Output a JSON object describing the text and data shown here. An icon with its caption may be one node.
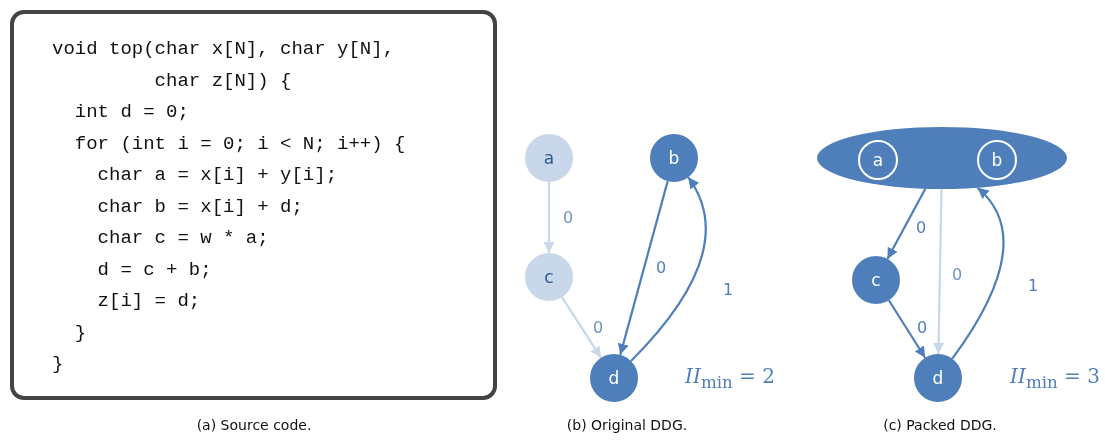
{
  "diagram": {
    "nodes": [
      {
        "text": [
          "void top(char x[N], char y[N],",
          "         char z[N]) {",
          "  int d = 0;",
          "  for (int i = 0; i < N; i++) {",
          "    char a = x[i] + y[i];",
          "    char b = x[i] + d;",
          "    char c = w * a;",
          "    d = c + b;",
          "    z[i] = d;",
          "  }",
          "}"
        ]
      },
      {
        "text": [
          "a"
        ]
      },
      {
        "text": [
          "b"
        ]
      },
      {
        "text": [
          "c"
        ]
      },
      {
        "text": [
          "d"
        ]
      },
      {
        "text": [],
        "shape": "ellipse"
      },
      {
        "text": [
          "a"
        ],
        "in": 5
      },
      {
        "text": [
          "b"
        ],
        "in": 5
      },
      {
        "text": [
          "c"
        ]
      },
      {
        "text": [
          "d"
        ]
      }
    ],
    "edges": [
      {
        "from": 1,
        "to": 3,
        "arrow": "to",
        "label": "0",
        "color": "#c8d7ea"
      },
      {
        "from": 3,
        "to": 4,
        "arrow": "to",
        "label": "0",
        "color": "#c8d7ea"
      },
      {
        "from": 2,
        "to": 4,
        "arrow": "to",
        "label": "0"
      },
      {
        "from": 4,
        "to": 2,
        "arrow": "to",
        "label": "1"
      },
      {
        "from": 5,
        "to": 8,
        "arrow": "to",
        "label": "0"
      },
      {
        "from": 5,
        "to": 9,
        "arrow": "to",
        "label": "0",
        "color": "#c8d7ea"
      },
      {
        "from": 8,
        "to": 9,
        "arrow": "to",
        "label": "0"
      },
      {
        "from": 9,
        "to": 5,
        "arrow": "to",
        "label": "1"
      }
    ],
    "labels": [
      "*II*$_{min}$ = 2",
      "*II*$_{min}$ = 3",
      "(a) Source code.",
      "(b) Original DDG.",
      "(c) Packed DDG."
    ]
  }
}
